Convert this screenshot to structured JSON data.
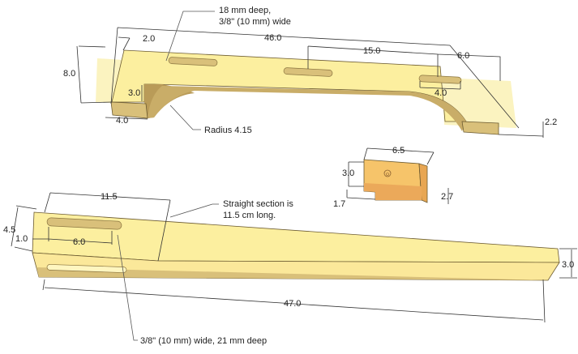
{
  "top_piece": {
    "note_slot": [
      "18 mm deep,",
      "3/8\" (10 mm) wide"
    ],
    "dim_overall": "46.0",
    "dim_end_offset": "2.0",
    "dim_height": "8.0",
    "dim_slot_spacing": "15.0",
    "dim_slot_end": "6.0",
    "dim_slot_length": "4.0",
    "dim_cut_depth": "3.0",
    "dim_foot": "4.0",
    "note_radius": "Radius 4.15",
    "dim_thickness": "2.2"
  },
  "block": {
    "dim_width": "6.5",
    "dim_height": "3.0",
    "dim_step": "1.7",
    "dim_depth": "2.7"
  },
  "stick": {
    "dim_straight": "11.5",
    "note_straight": [
      "Straight section is",
      "11.5 cm long."
    ],
    "dim_height": "4.5",
    "dim_slot_offset": "1.0",
    "dim_slot_length": "6.0",
    "dim_length": "47.0",
    "dim_end_height": "3.0",
    "note_slot": "3/8\" (10 mm) wide, 21 mm deep"
  },
  "colors": {
    "face": "#fcef9f",
    "side": "#d9c07a",
    "inner": "#b99b58",
    "block": "#f6c46a",
    "block_side": "#e8a653"
  }
}
